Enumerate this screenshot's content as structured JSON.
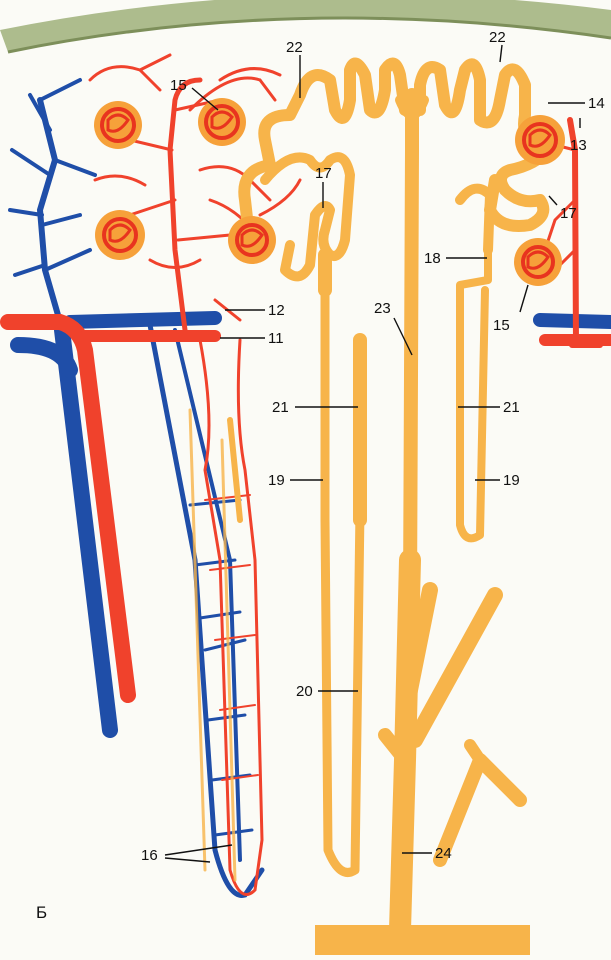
{
  "panel_letter": "Б",
  "colors": {
    "artery": "#f0422c",
    "vein": "#1f4ea8",
    "tubule": "#f7b44a",
    "capsule_fill": "#f6a13a",
    "glomerulus": "#e8341f",
    "cortex_band": "#9fb07a",
    "background": "#fbfbf6"
  },
  "labels": {
    "l22a": "22",
    "l22b": "22",
    "l15a": "15",
    "l15b": "15",
    "l14": "14",
    "l13": "13",
    "l17a": "17",
    "l17b": "17",
    "l18": "18",
    "l12": "12",
    "l11": "11",
    "l23": "23",
    "l21a": "21",
    "l21b": "21",
    "l19a": "19",
    "l19b": "19",
    "l20": "20",
    "l16": "16",
    "l24": "24"
  }
}
